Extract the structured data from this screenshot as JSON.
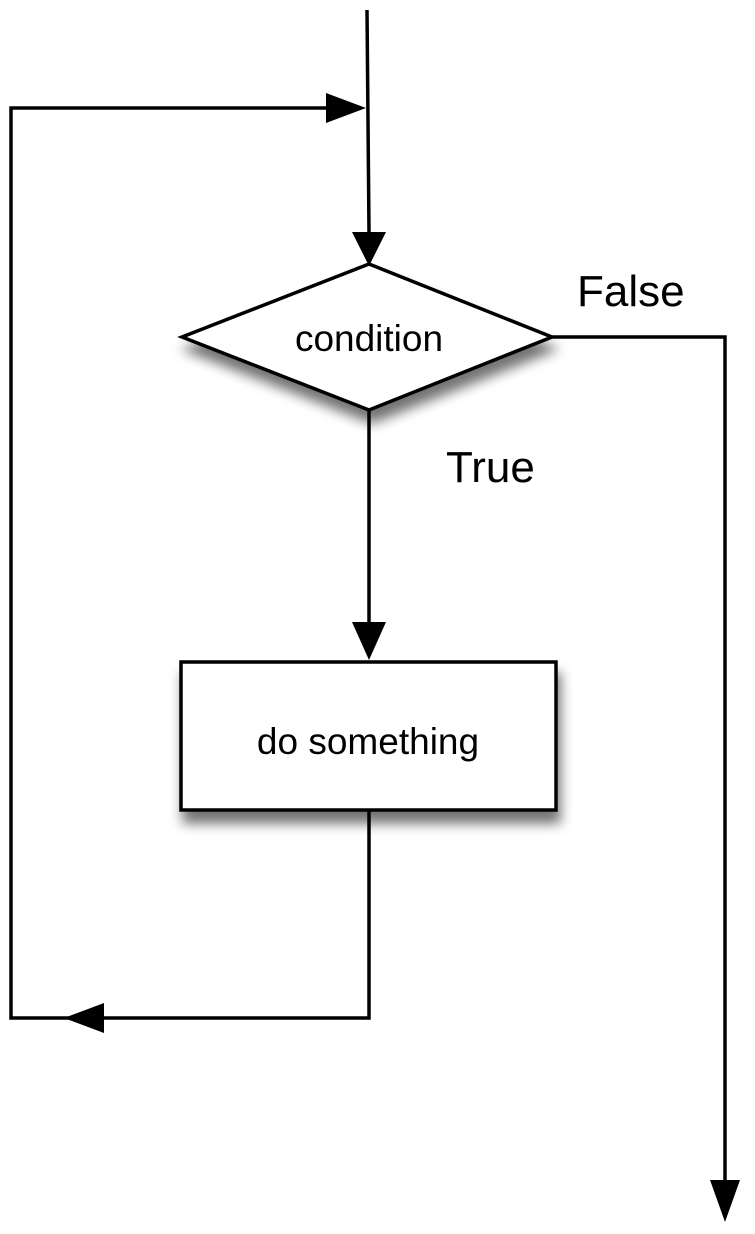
{
  "nodes": {
    "decision": {
      "text": "condition"
    },
    "process": {
      "text": "do something"
    }
  },
  "edge_labels": {
    "false": "False",
    "true": "True"
  },
  "colors": {
    "stroke": "#000000",
    "fill": "#ffffff",
    "shadow": "#000000"
  }
}
